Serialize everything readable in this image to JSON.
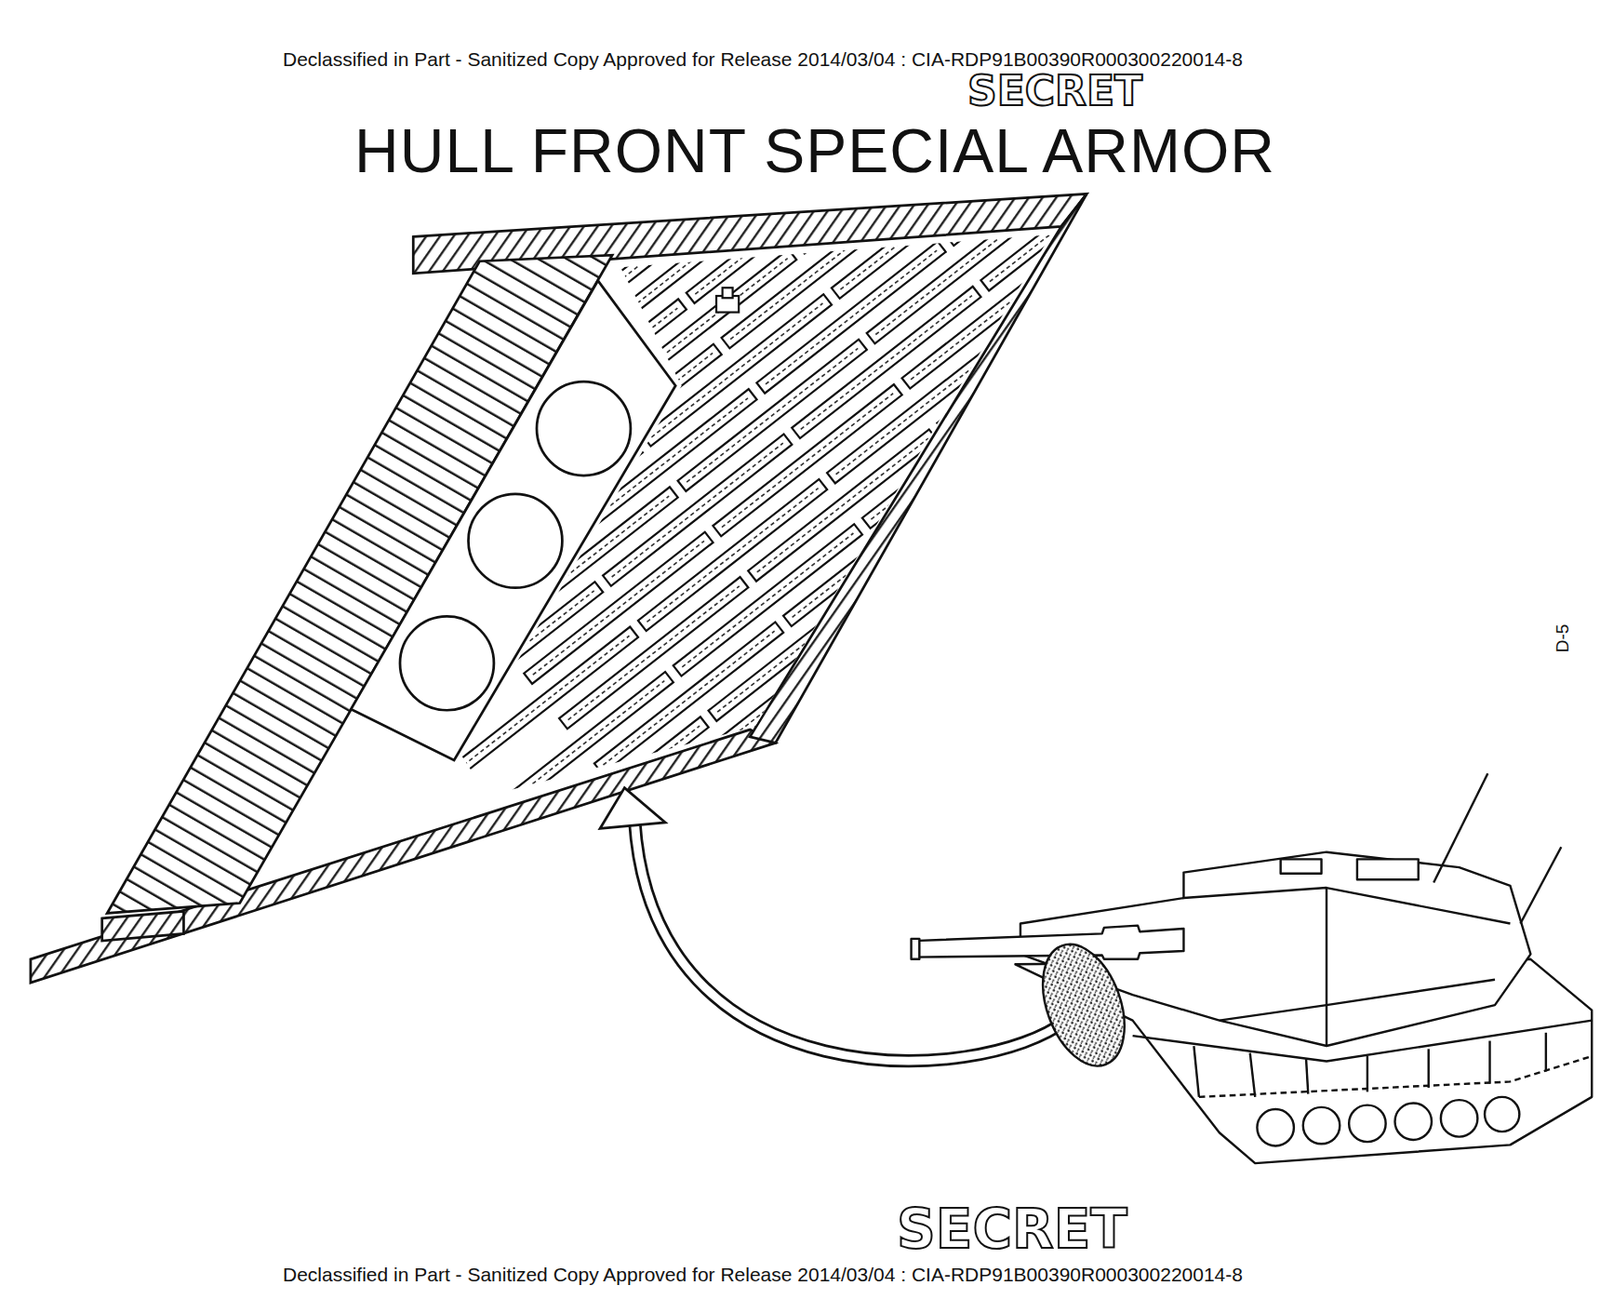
{
  "diagram": {
    "title": "HULL FRONT SPECIAL ARMOR",
    "labels": [
      "Declassified in Part - Sanitized Copy Approved for Release 2014/03/04 : CIA-RDP91B00390R000300220014-8",
      "SECRET",
      "D-5",
      "SECRET",
      "Declassified in Part - Sanitized Copy Approved for Release 2014/03/04 : CIA-RDP91B00390R000300220014-8"
    ]
  }
}
